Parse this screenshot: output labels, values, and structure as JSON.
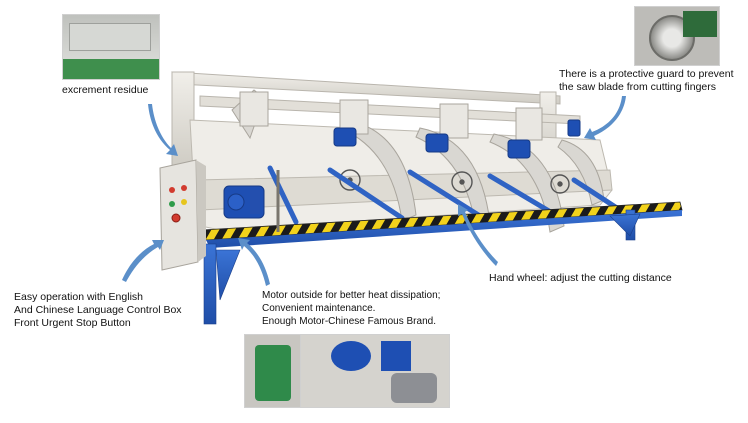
{
  "captions": {
    "residue": "excrement residue",
    "guard_line1": "There is a protective guard to prevent",
    "guard_line2": "the saw blade from cutting fingers",
    "handwheel": "Hand wheel: adjust the cutting distance",
    "control_line1": "Easy operation with English",
    "control_line2": "And Chinese Language Control Box",
    "control_line3": "Front Urgent Stop Button",
    "motor_line1": "Motor outside for better heat dissipation;",
    "motor_line2": "Convenient maintenance.",
    "motor_line3": "Enough Motor-Chinese Famous Brand."
  },
  "colors": {
    "arrow": "#5b8fc9",
    "frame": "#e8e6e1",
    "blue_rail": "#2f63c4",
    "hazard_yellow": "#f2d21b",
    "hazard_black": "#1b1b1b",
    "motor_blue": "#1e4fb3",
    "motor_green": "#2f8a4a"
  },
  "icons": {
    "arrows": "curved-pointer-arrow"
  }
}
